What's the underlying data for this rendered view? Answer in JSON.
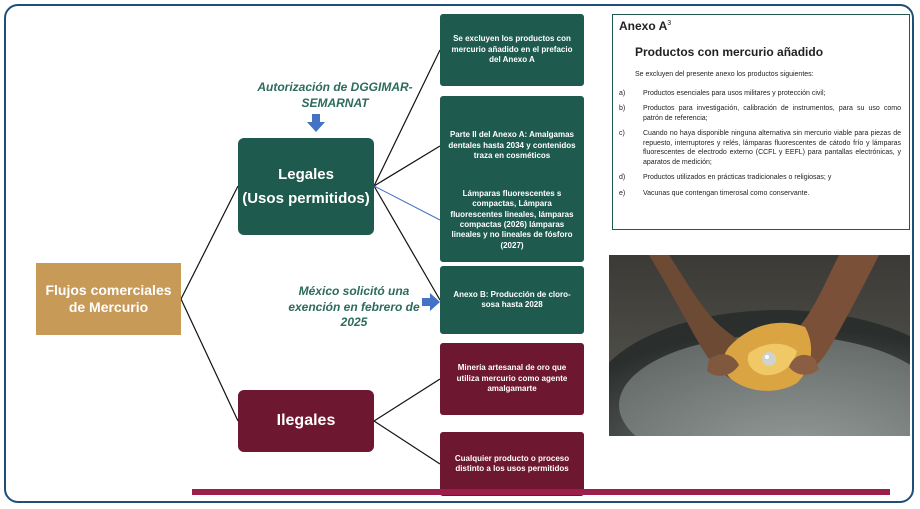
{
  "root": {
    "label": "Flujos comerciales de Mercurio"
  },
  "legales": {
    "line1": "Legales",
    "line2": "(Usos permitidos)"
  },
  "ilegales": {
    "label": "Ilegales"
  },
  "authorization": {
    "text": "Autorización de DGGIMAR-SEMARNAT"
  },
  "mexico_note": {
    "text": "México solicitó una exención en febrero de 2025"
  },
  "legal_leaves": [
    {
      "text": "Se excluyen los productos con mercurio añadido en el prefacio del Anexo A"
    },
    {
      "text": "Parte II del Anexo A: Amalgamas dentales hasta 2034 y contenidos traza en cosméticos"
    },
    {
      "text": "Lámparas fluorescentes s compactas, Lámpara fluorescentes lineales, lámparas compactas (2026) lámparas lineales y no lineales de fósforo (2027)"
    },
    {
      "text": "Anexo B: Producción de cloro-sosa hasta 2028"
    }
  ],
  "illegal_leaves": [
    {
      "text": "Minería artesanal de oro que utiliza mercurio como agente amalgamarte"
    },
    {
      "text": "Cualquier producto o proceso distinto a los usos permitidos"
    }
  ],
  "annex": {
    "title": "Anexo A",
    "title_sup": "3",
    "subtitle": "Productos con mercurio añadido",
    "intro": "Se excluyen del presente anexo los productos siguientes:",
    "items": [
      {
        "key": "a)",
        "text": "Productos esenciales para usos militares y protección civil;"
      },
      {
        "key": "b)",
        "text": "Productos para investigación, calibración de instrumentos, para su uso como patrón de referencia;"
      },
      {
        "key": "c)",
        "text": "Cuando no haya disponible ninguna alternativa sin mercurio viable para piezas de repuesto, interruptores y relés, lámparas fluorescentes de cátodo frío y lámparas fluorescentes de electrodo externo (CCFL y EEFL) para pantallas electrónicas, y aparatos de medición;"
      },
      {
        "key": "d)",
        "text": "Productos utilizados en prácticas tradicionales o religiosas; y"
      },
      {
        "key": "e)",
        "text": "Vacunas que contengan timerosal como conservante."
      }
    ]
  },
  "colors": {
    "green": "#1e5b4e",
    "maroon": "#6e1730",
    "tan": "#c79a58",
    "arrow": "#4472c4",
    "bar": "#9c1f4b"
  }
}
